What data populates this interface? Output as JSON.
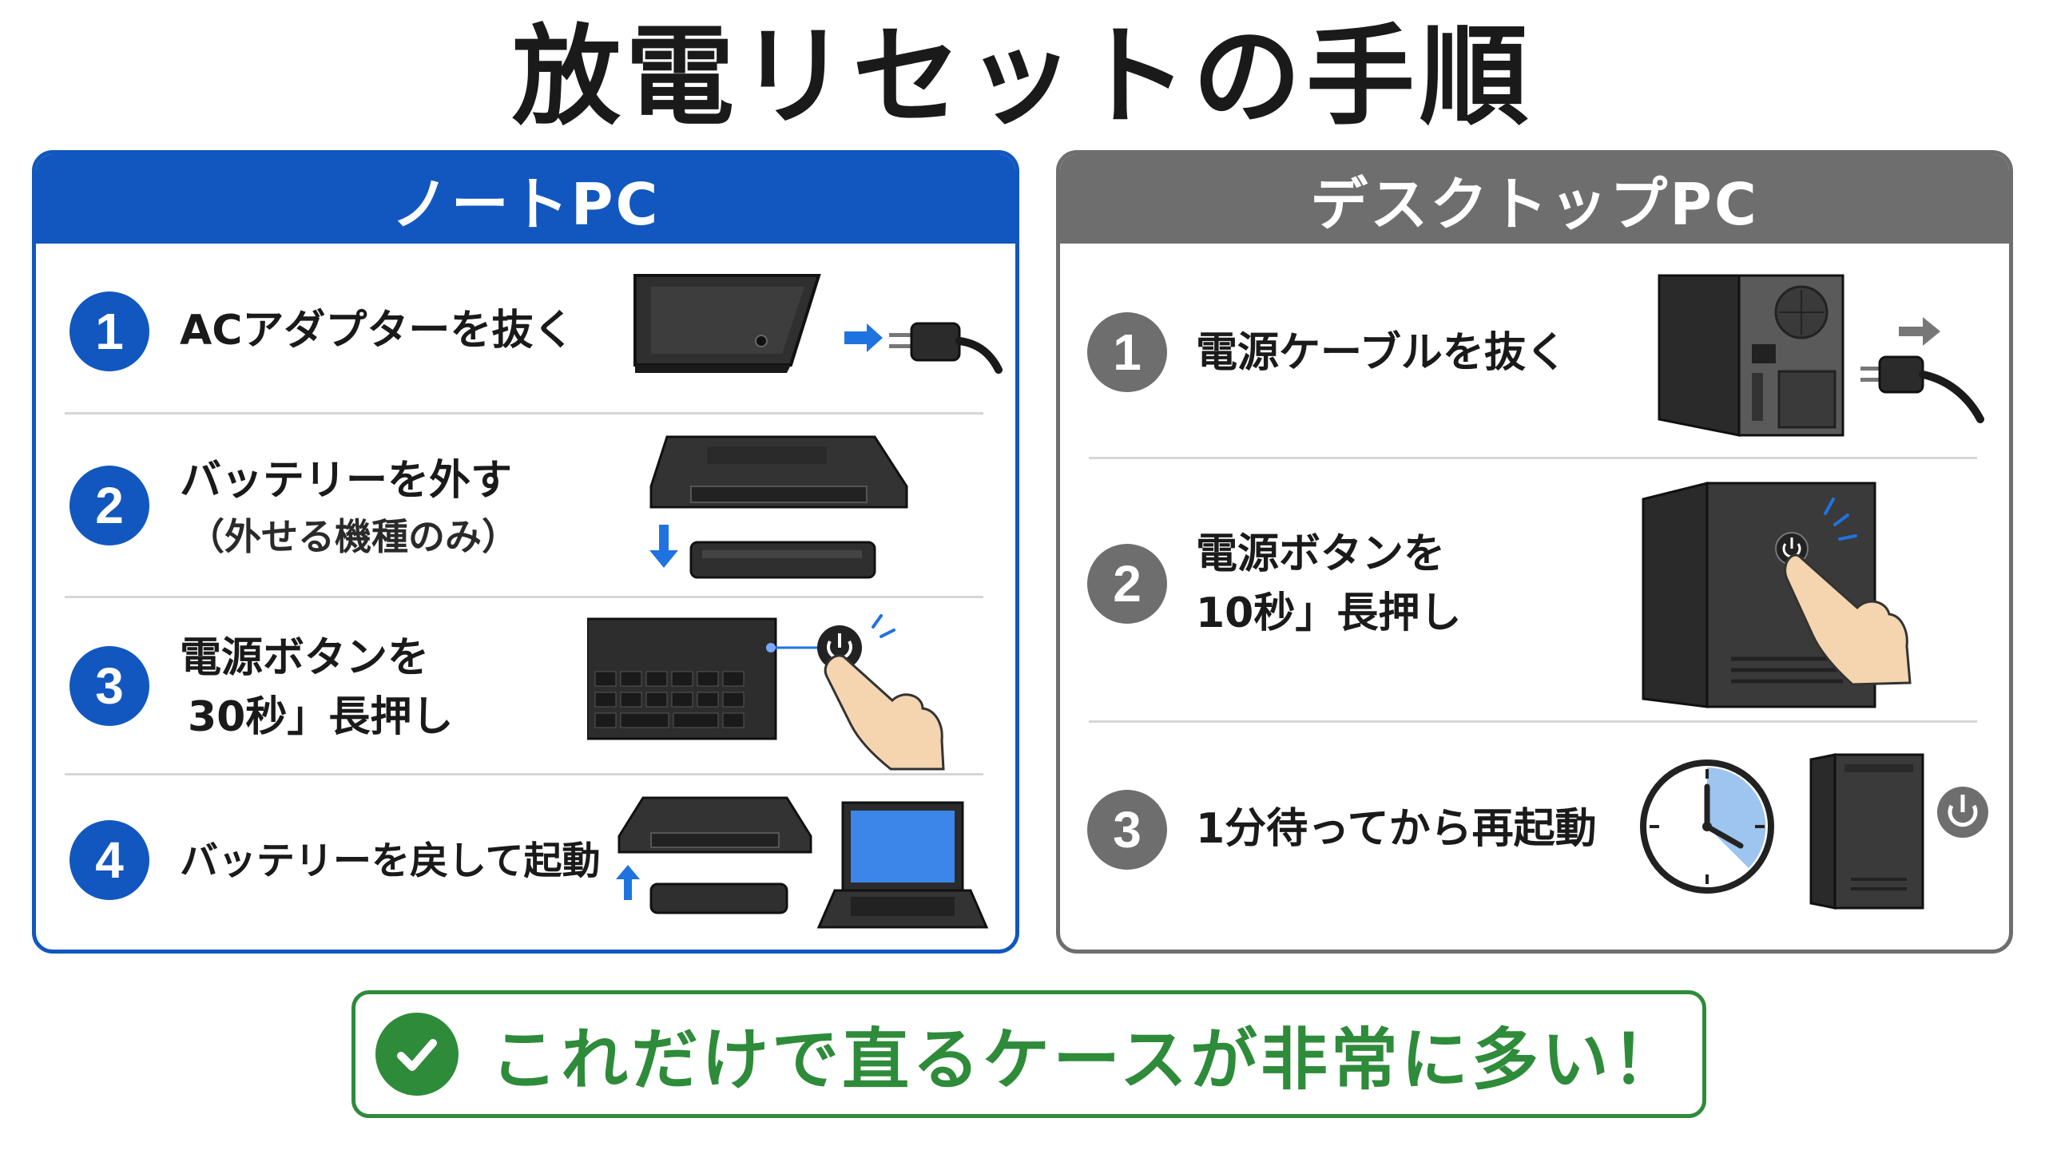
{
  "title": "放電リセットの手順",
  "laptop": {
    "header": "ノートPC",
    "steps": [
      {
        "num": "1",
        "line1": "ACアダプターを抜く",
        "line2": ""
      },
      {
        "num": "2",
        "line1": "バッテリーを外す",
        "line2": "（外せる機種のみ）"
      },
      {
        "num": "3",
        "line1": "電源ボタンを",
        "line2": "30秒」長押し"
      },
      {
        "num": "4",
        "line1": "バッテリーを戻して起動",
        "line2": ""
      }
    ]
  },
  "desktop": {
    "header": "デスクトップPC",
    "steps": [
      {
        "num": "1",
        "line1": "電源ケーブルを抜く",
        "line2": ""
      },
      {
        "num": "2",
        "line1": "電源ボタンを",
        "line2": "10秒」長押し"
      },
      {
        "num": "3",
        "line1": "1分待ってから再起動",
        "line2": ""
      }
    ]
  },
  "footer": "これだけで直るケースが非常に多い！",
  "icons": {
    "plug": "power-plug-icon",
    "arrow": "arrow-icon",
    "power": "power-button-icon",
    "hand": "pointing-hand-icon",
    "clock": "clock-icon",
    "check": "check-icon"
  },
  "colors": {
    "laptop_accent": "#1157bf",
    "desktop_accent": "#6e6e6e",
    "footer_accent": "#2e8b3a"
  }
}
